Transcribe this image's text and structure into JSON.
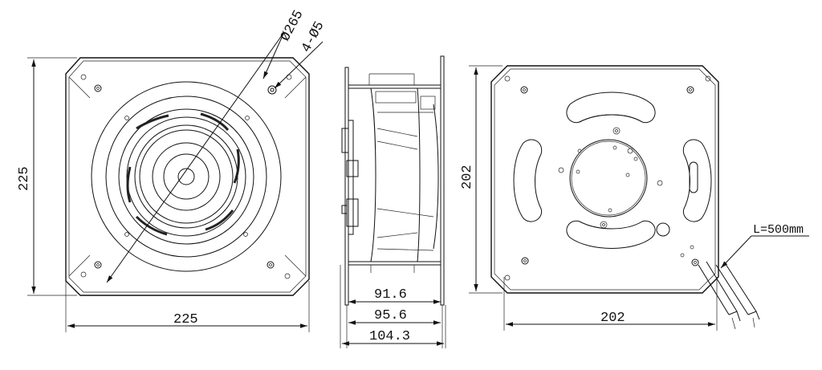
{
  "front_view": {
    "width_label": "225",
    "height_label": "225",
    "diameter_label": "Ø265",
    "holes_label": "4-Ø5"
  },
  "side_view": {
    "dim1": "91.6",
    "dim2": "95.6",
    "dim3": "104.3"
  },
  "back_view": {
    "width_label": "202",
    "height_label": "202",
    "cable_label": "L=500mm"
  }
}
